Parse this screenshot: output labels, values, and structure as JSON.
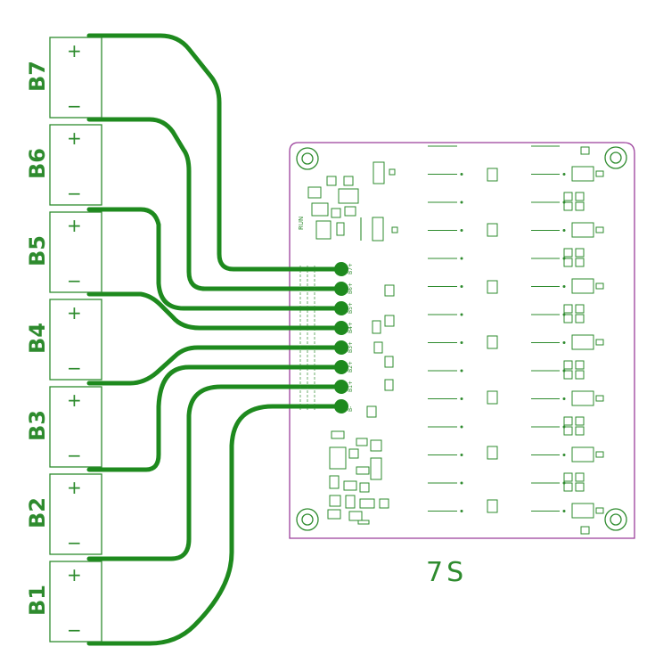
{
  "batteries": [
    {
      "label": "B7",
      "plus": "+",
      "minus": "−"
    },
    {
      "label": "B6",
      "plus": "+",
      "minus": "−"
    },
    {
      "label": "B5",
      "plus": "+",
      "minus": "−"
    },
    {
      "label": "B4",
      "plus": "+",
      "minus": "−"
    },
    {
      "label": "B3",
      "plus": "+",
      "minus": "−"
    },
    {
      "label": "B2",
      "plus": "+",
      "minus": "−"
    },
    {
      "label": "B1",
      "plus": "+",
      "minus": "−"
    }
  ],
  "pads": [
    "B7+",
    "B6+",
    "B5+",
    "B4+",
    "B3+",
    "B2+",
    "B1+",
    "B-"
  ],
  "board": {
    "title": "7S",
    "run_label": "RUN"
  },
  "colors": {
    "trace": "#1e8a1e",
    "silkscreen": "#2e8b2e",
    "outline": "#9b3f9b"
  }
}
